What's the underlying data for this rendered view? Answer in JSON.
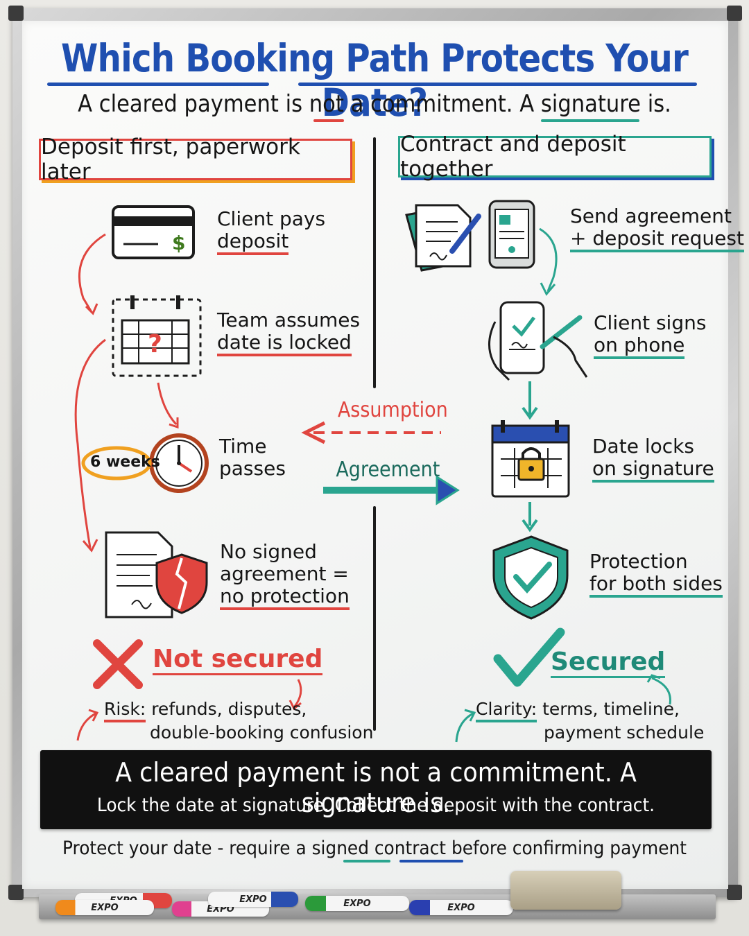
{
  "title": "Which Booking Path Protects Your Date?",
  "subtitle": "A cleared payment is not a commitment. A signature is.",
  "left": {
    "header": "Deposit first, paperwork later",
    "steps": [
      {
        "l1": "Client pays",
        "l2": "deposit",
        "l3": ""
      },
      {
        "l1": "Team assumes",
        "l2": "date is locked",
        "l3": ""
      },
      {
        "l1": "Time",
        "l2": "passes",
        "l3": ""
      },
      {
        "l1": "No signed",
        "l2": "agreement =",
        "l3": "no protection"
      }
    ],
    "weeks_label": "6 weeks",
    "result": "Not secured",
    "risk_label": "Risk:",
    "risk_l1": "refunds, disputes,",
    "risk_l2": "double-booking confusion"
  },
  "right": {
    "header": "Contract and deposit together",
    "steps": [
      {
        "l1": "Send agreement",
        "l2": "+ deposit request"
      },
      {
        "l1": "Client signs",
        "l2": "on phone"
      },
      {
        "l1": "Date locks",
        "l2": "on signature"
      },
      {
        "l1": "Protection",
        "l2": "for both sides"
      }
    ],
    "result": "Secured",
    "clarity_label": "Clarity:",
    "clarity_l1": "terms, timeline,",
    "clarity_l2": "payment schedule"
  },
  "center": {
    "assumption": "Assumption",
    "agreement": "Agreement"
  },
  "banner": {
    "line1": "A cleared payment is not a commitment. A signature is.",
    "line2": "Lock the date at signature. Collect the deposit with the contract."
  },
  "footer": "Protect your date - require a signed contract before confirming payment",
  "markers": [
    "EXPO",
    "EXPO",
    "EXPO",
    "EXPO",
    "EXPO",
    "EXPO"
  ],
  "colors": {
    "red": "#e0453f",
    "teal": "#2aa58f",
    "blue": "#1f4fb0",
    "orange": "#f0a020"
  }
}
